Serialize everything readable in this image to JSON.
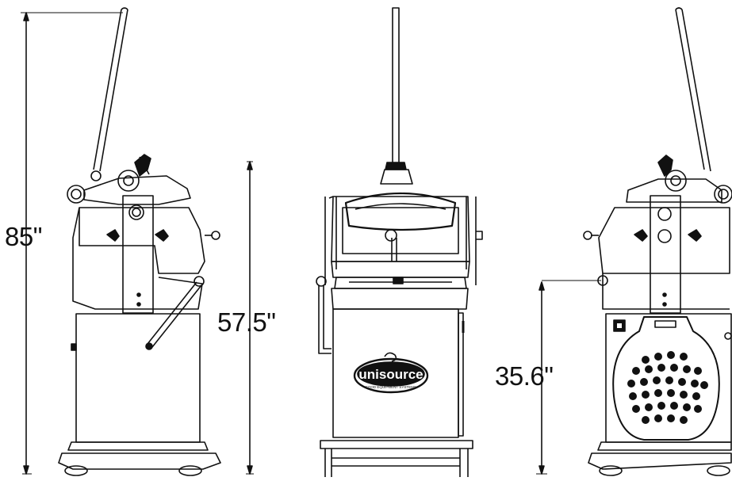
{
  "dimensions": {
    "overall_height": "85\"",
    "mid_height": "57.5\"",
    "low_height": "35.6\""
  },
  "logo": {
    "brand": "unisource",
    "tagline": "FOOD EQUIPMENT SYSTEMS"
  }
}
